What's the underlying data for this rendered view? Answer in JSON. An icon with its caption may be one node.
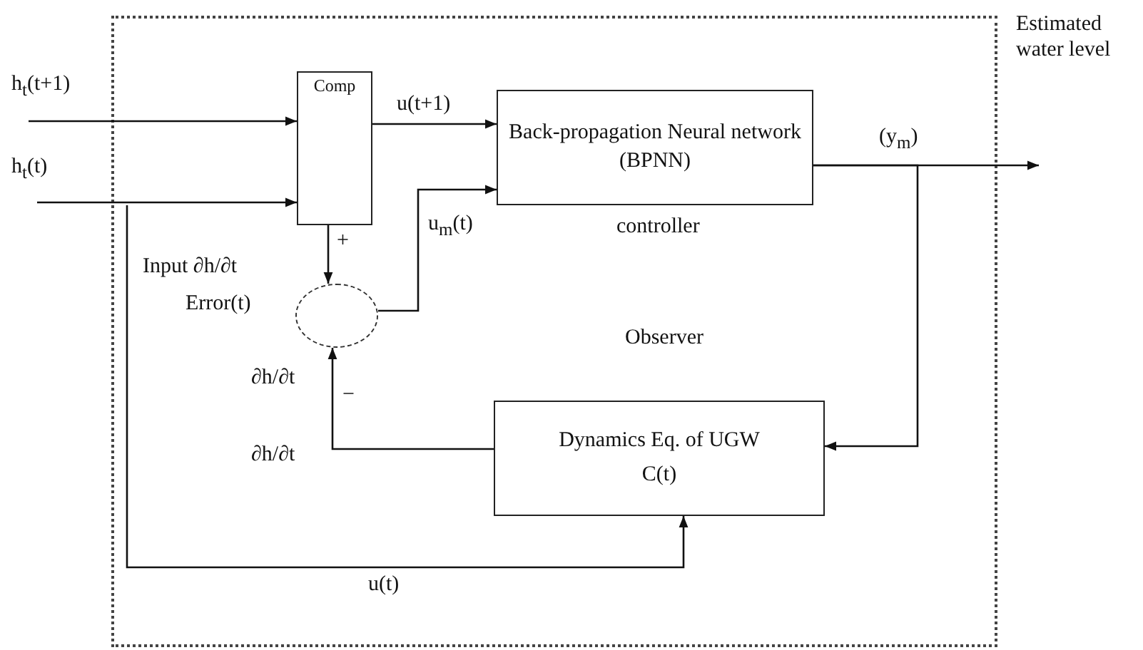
{
  "diagram": {
    "nodes": [
      {
        "text": [],
        "shape": "box"
      },
      {
        "text": [
          "Comp"
        ],
        "in": 0
      },
      {
        "text": [
          "Back-propagation Neural network (BPNN)"
        ],
        "beside": [
          "controller"
        ],
        "in": 0
      },
      {
        "text": [],
        "shape": "circle",
        "in": 0
      },
      {
        "text": [
          "Dynamics Eq. of UGW",
          "C(t)"
        ],
        "in": 0
      }
    ],
    "edges": [
      {
        "from": null,
        "to": 1,
        "arrow": "to",
        "label": "h$_{t}$(t+1)"
      },
      {
        "from": null,
        "to": 1,
        "arrow": "to",
        "label": "h$_{t}$(t)"
      },
      {
        "from": 1,
        "to": 2,
        "arrow": "to",
        "label": "u(t+1)"
      },
      {
        "from": 3,
        "to": 2,
        "arrow": "to",
        "label": "u$_{m}$(t)"
      },
      {
        "from": 1,
        "to": 3,
        "arrow": "to",
        "label": "+"
      },
      {
        "from": 2,
        "to": null,
        "arrow": "to",
        "label": "(y$_{m}$)"
      },
      {
        "from": 2,
        "to": 4,
        "arrow": "to"
      },
      {
        "from": 4,
        "to": 3,
        "arrow": "to",
        "label": "−"
      },
      {
        "from": null,
        "to": 4,
        "arrow": "to",
        "label": "u(t)"
      }
    ],
    "labels": [
      "Estimated water level",
      "Input ∂h/∂t",
      "Error(t)",
      "Observer",
      "∂h/∂t",
      "∂h/∂t"
    ]
  }
}
